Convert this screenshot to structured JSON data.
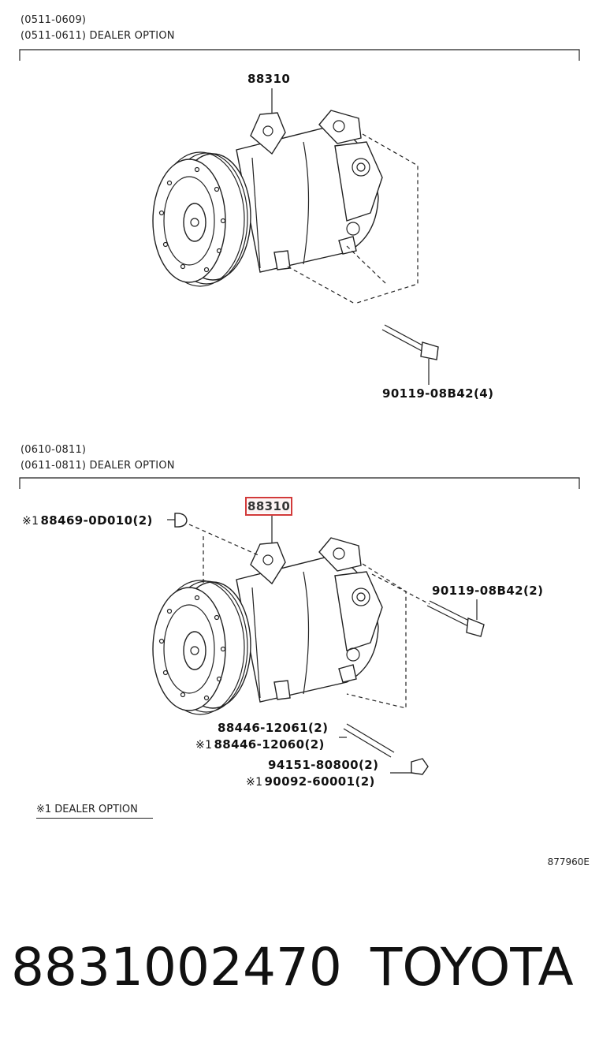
{
  "section1": {
    "header_line1": "(0511-0609)",
    "header_line2": "(0511-0611) DEALER OPTION",
    "label_compressor": "88310",
    "label_bolt": "90119-08B42(4)"
  },
  "section2": {
    "header_line1": "(0610-0811)",
    "header_line2": "(0611-0811) DEALER OPTION",
    "label_compressor": "88310",
    "mark": "※1",
    "label_cap": "88469-0D010(2)",
    "label_bolt": "90119-08B42(2)",
    "label_stud_a": "88446-12061(2)",
    "label_stud_b": "88446-12060(2)",
    "label_nut_a": "94151-80800(2)",
    "label_nut_b": "90092-60001(2)"
  },
  "footnote": "※1 DEALER OPTION",
  "illustration_code": "877960E",
  "part_number": "8831002470",
  "brand": "TOYOTA"
}
